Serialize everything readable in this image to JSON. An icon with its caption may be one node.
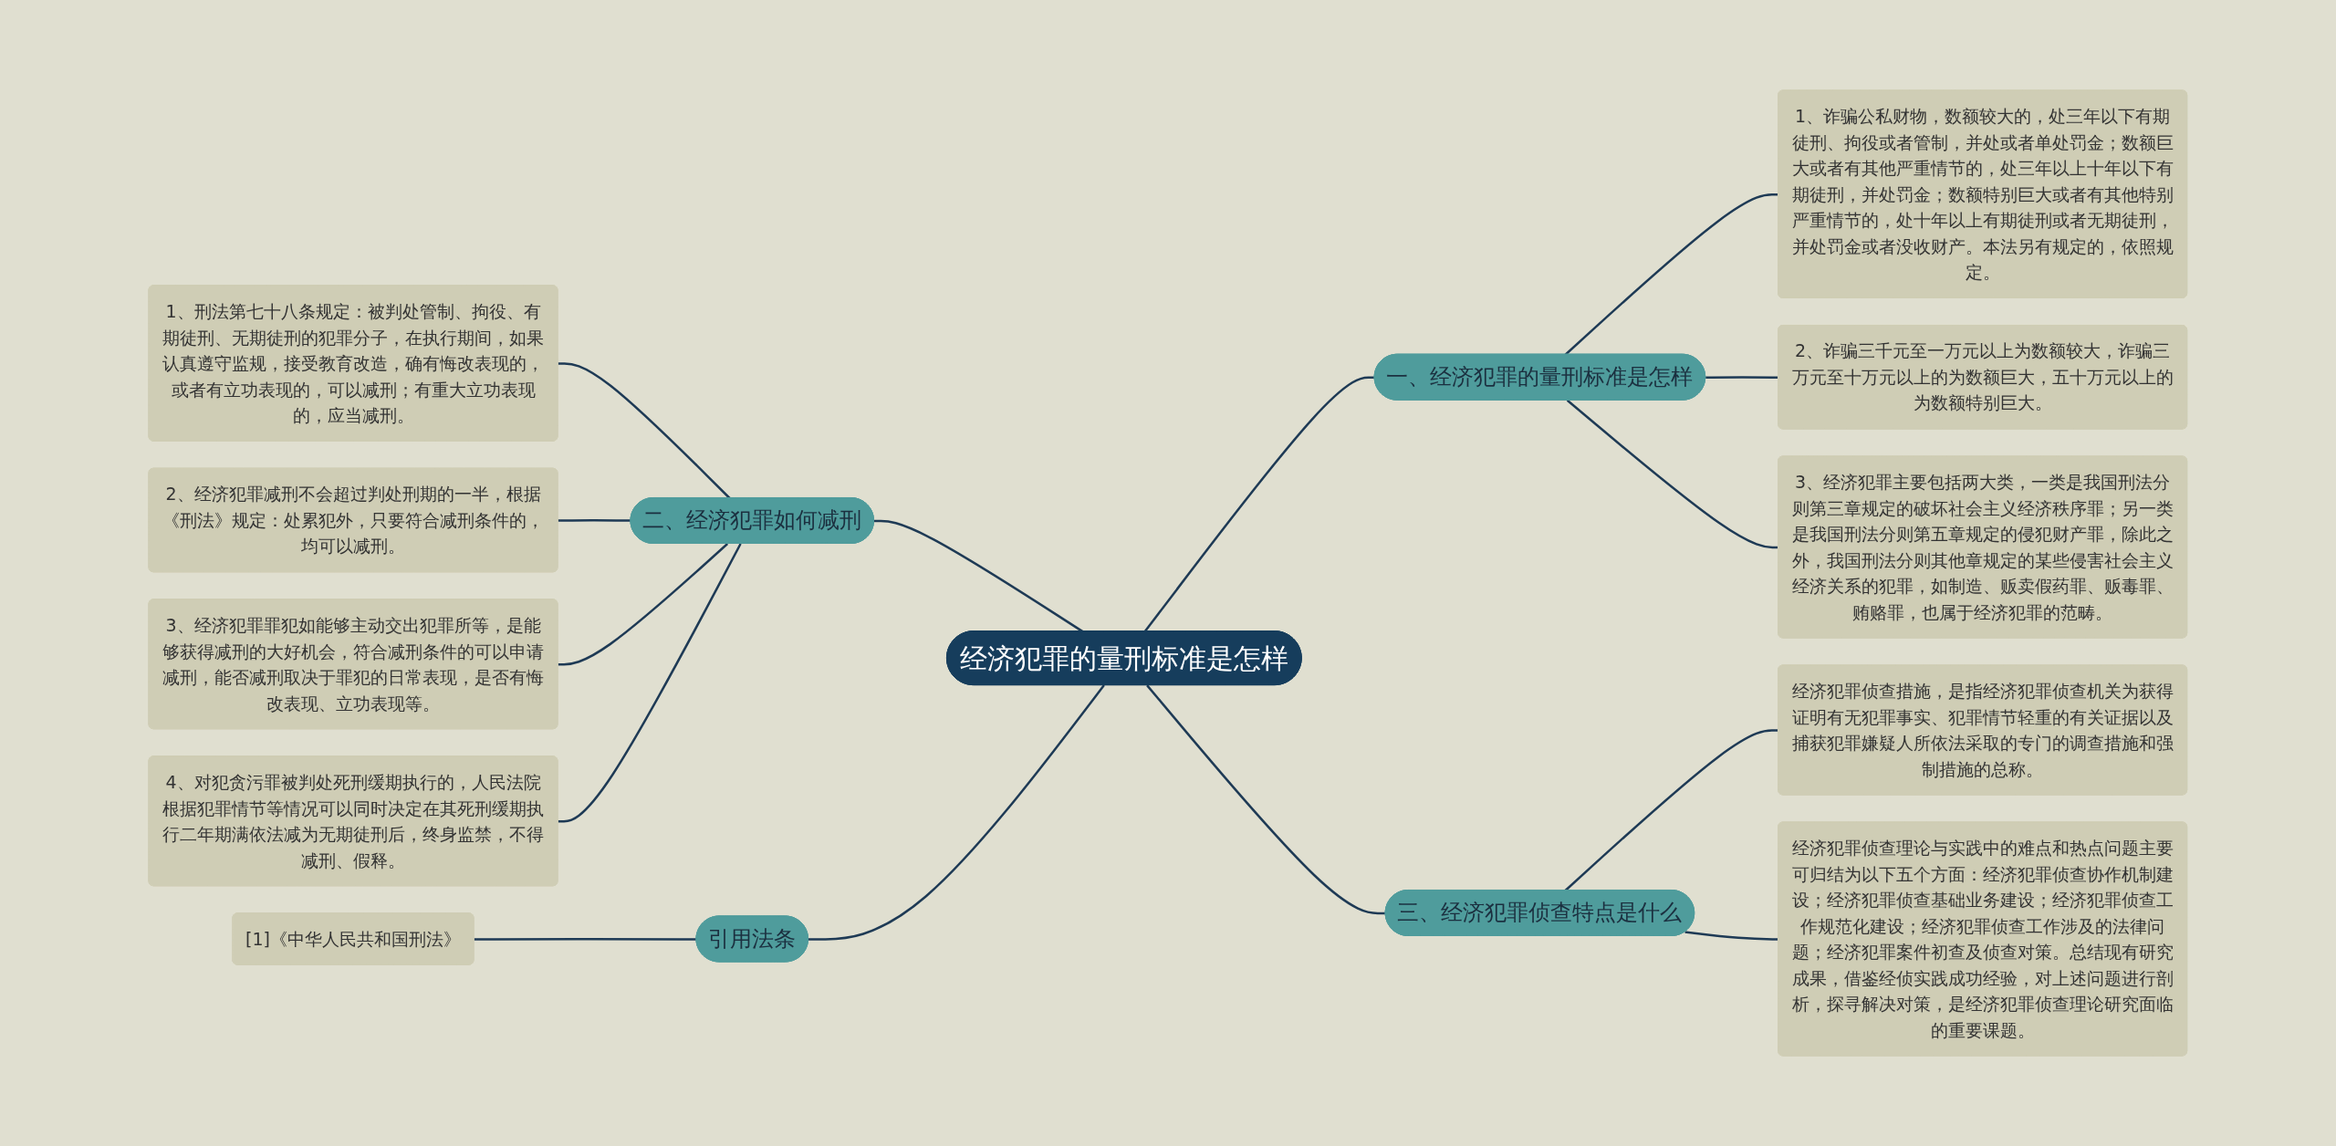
{
  "diagram": {
    "nodes": [
      {
        "text": [
          "经济犯罪的量刑标准是怎样"
        ]
      },
      {
        "text": [
          "一、经济犯罪的量刑标准是怎样"
        ]
      },
      {
        "text": [
          "1、诈骗公私财物，数额较大的，处三年以下有期徒刑、拘役或者管制，并处或者单处罚金；数额巨大或者有其他严重情节的，处三年以上十年以下有期徒刑，并处罚金；数额特别巨大或者有其他特别严重情节的，处十年以上有期徒刑或者无期徒刑，并处罚金或者没收财产。本法另有规定的，依照规定。"
        ]
      },
      {
        "text": [
          "2、诈骗三千元至一万元以上为数额较大，诈骗三万元至十万元以上的为数额巨大，五十万元以上的为数额特别巨大。"
        ]
      },
      {
        "text": [
          "3、经济犯罪主要包括两大类，一类是我国刑法分则第三章规定的破坏社会主义经济秩序罪；另一类是我国刑法分则第五章规定的侵犯财产罪，除此之外，我国刑法分则其他章规定的某些侵害社会主义经济关系的犯罪，如制造、贩卖假药罪、贩毒罪、贿赂罪，也属于经济犯罪的范畴。"
        ]
      },
      {
        "text": [
          "三、经济犯罪侦查特点是什么"
        ]
      },
      {
        "text": [
          "经济犯罪侦查措施，是指经济犯罪侦查机关为获得证明有无犯罪事实、犯罪情节轻重的有关证据以及捕获犯罪嫌疑人所依法采取的专门的调查措施和强制措施的总称。"
        ]
      },
      {
        "text": [
          "经济犯罪侦查理论与实践中的难点和热点问题主要可归结为以下五个方面：经济犯罪侦查协作机制建设；经济犯罪侦查基础业务建设；经济犯罪侦查工作规范化建设；经济犯罪侦查工作涉及的法律问题；经济犯罪案件初查及侦查对策。总结现有研究成果，借鉴经侦实践成功经验，对上述问题进行剖析，探寻解决对策，是经济犯罪侦查理论研究面临的重要课题。"
        ]
      },
      {
        "text": [
          "二、经济犯罪如何减刑"
        ]
      },
      {
        "text": [
          "1、刑法第七十八条规定：被判处管制、拘役、有期徒刑、无期徒刑的犯罪分子，在执行期间，如果认真遵守监规，接受教育改造，确有悔改表现的，或者有立功表现的，可以减刑；有重大立功表现的，应当减刑。"
        ]
      },
      {
        "text": [
          "2、经济犯罪减刑不会超过判处刑期的一半，根据《刑法》规定：处累犯外，只要符合减刑条件的，均可以减刑。"
        ]
      },
      {
        "text": [
          "3、经济犯罪罪犯如能够主动交出犯罪所等，是能够获得减刑的大好机会，符合减刑条件的可以申请减刑，能否减刑取决于罪犯的日常表现，是否有悔改表现、立功表现等。"
        ]
      },
      {
        "text": [
          "4、对犯贪污罪被判处死刑缓期执行的，人民法院根据犯罪情节等情况可以同时决定在其死刑缓期执行二年期满依法减为无期徒刑后，终身监禁，不得减刑、假释。"
        ]
      },
      {
        "text": [
          "引用法条"
        ]
      },
      {
        "text": [
          "[1]《中华人民共和国刑法》"
        ]
      }
    ],
    "edges": [
      {
        "from": 0,
        "to": 1,
        "arrow": "none"
      },
      {
        "from": 1,
        "to": 2,
        "arrow": "none"
      },
      {
        "from": 1,
        "to": 3,
        "arrow": "none"
      },
      {
        "from": 1,
        "to": 4,
        "arrow": "none"
      },
      {
        "from": 0,
        "to": 5,
        "arrow": "none"
      },
      {
        "from": 5,
        "to": 6,
        "arrow": "none"
      },
      {
        "from": 5,
        "to": 7,
        "arrow": "none"
      },
      {
        "from": 0,
        "to": 8,
        "arrow": "none"
      },
      {
        "from": 8,
        "to": 9,
        "arrow": "none"
      },
      {
        "from": 8,
        "to": 10,
        "arrow": "none"
      },
      {
        "from": 8,
        "to": 11,
        "arrow": "none"
      },
      {
        "from": 8,
        "to": 12,
        "arrow": "none"
      },
      {
        "from": 0,
        "to": 13,
        "arrow": "none"
      },
      {
        "from": 13,
        "to": 14,
        "arrow": "none"
      }
    ]
  }
}
